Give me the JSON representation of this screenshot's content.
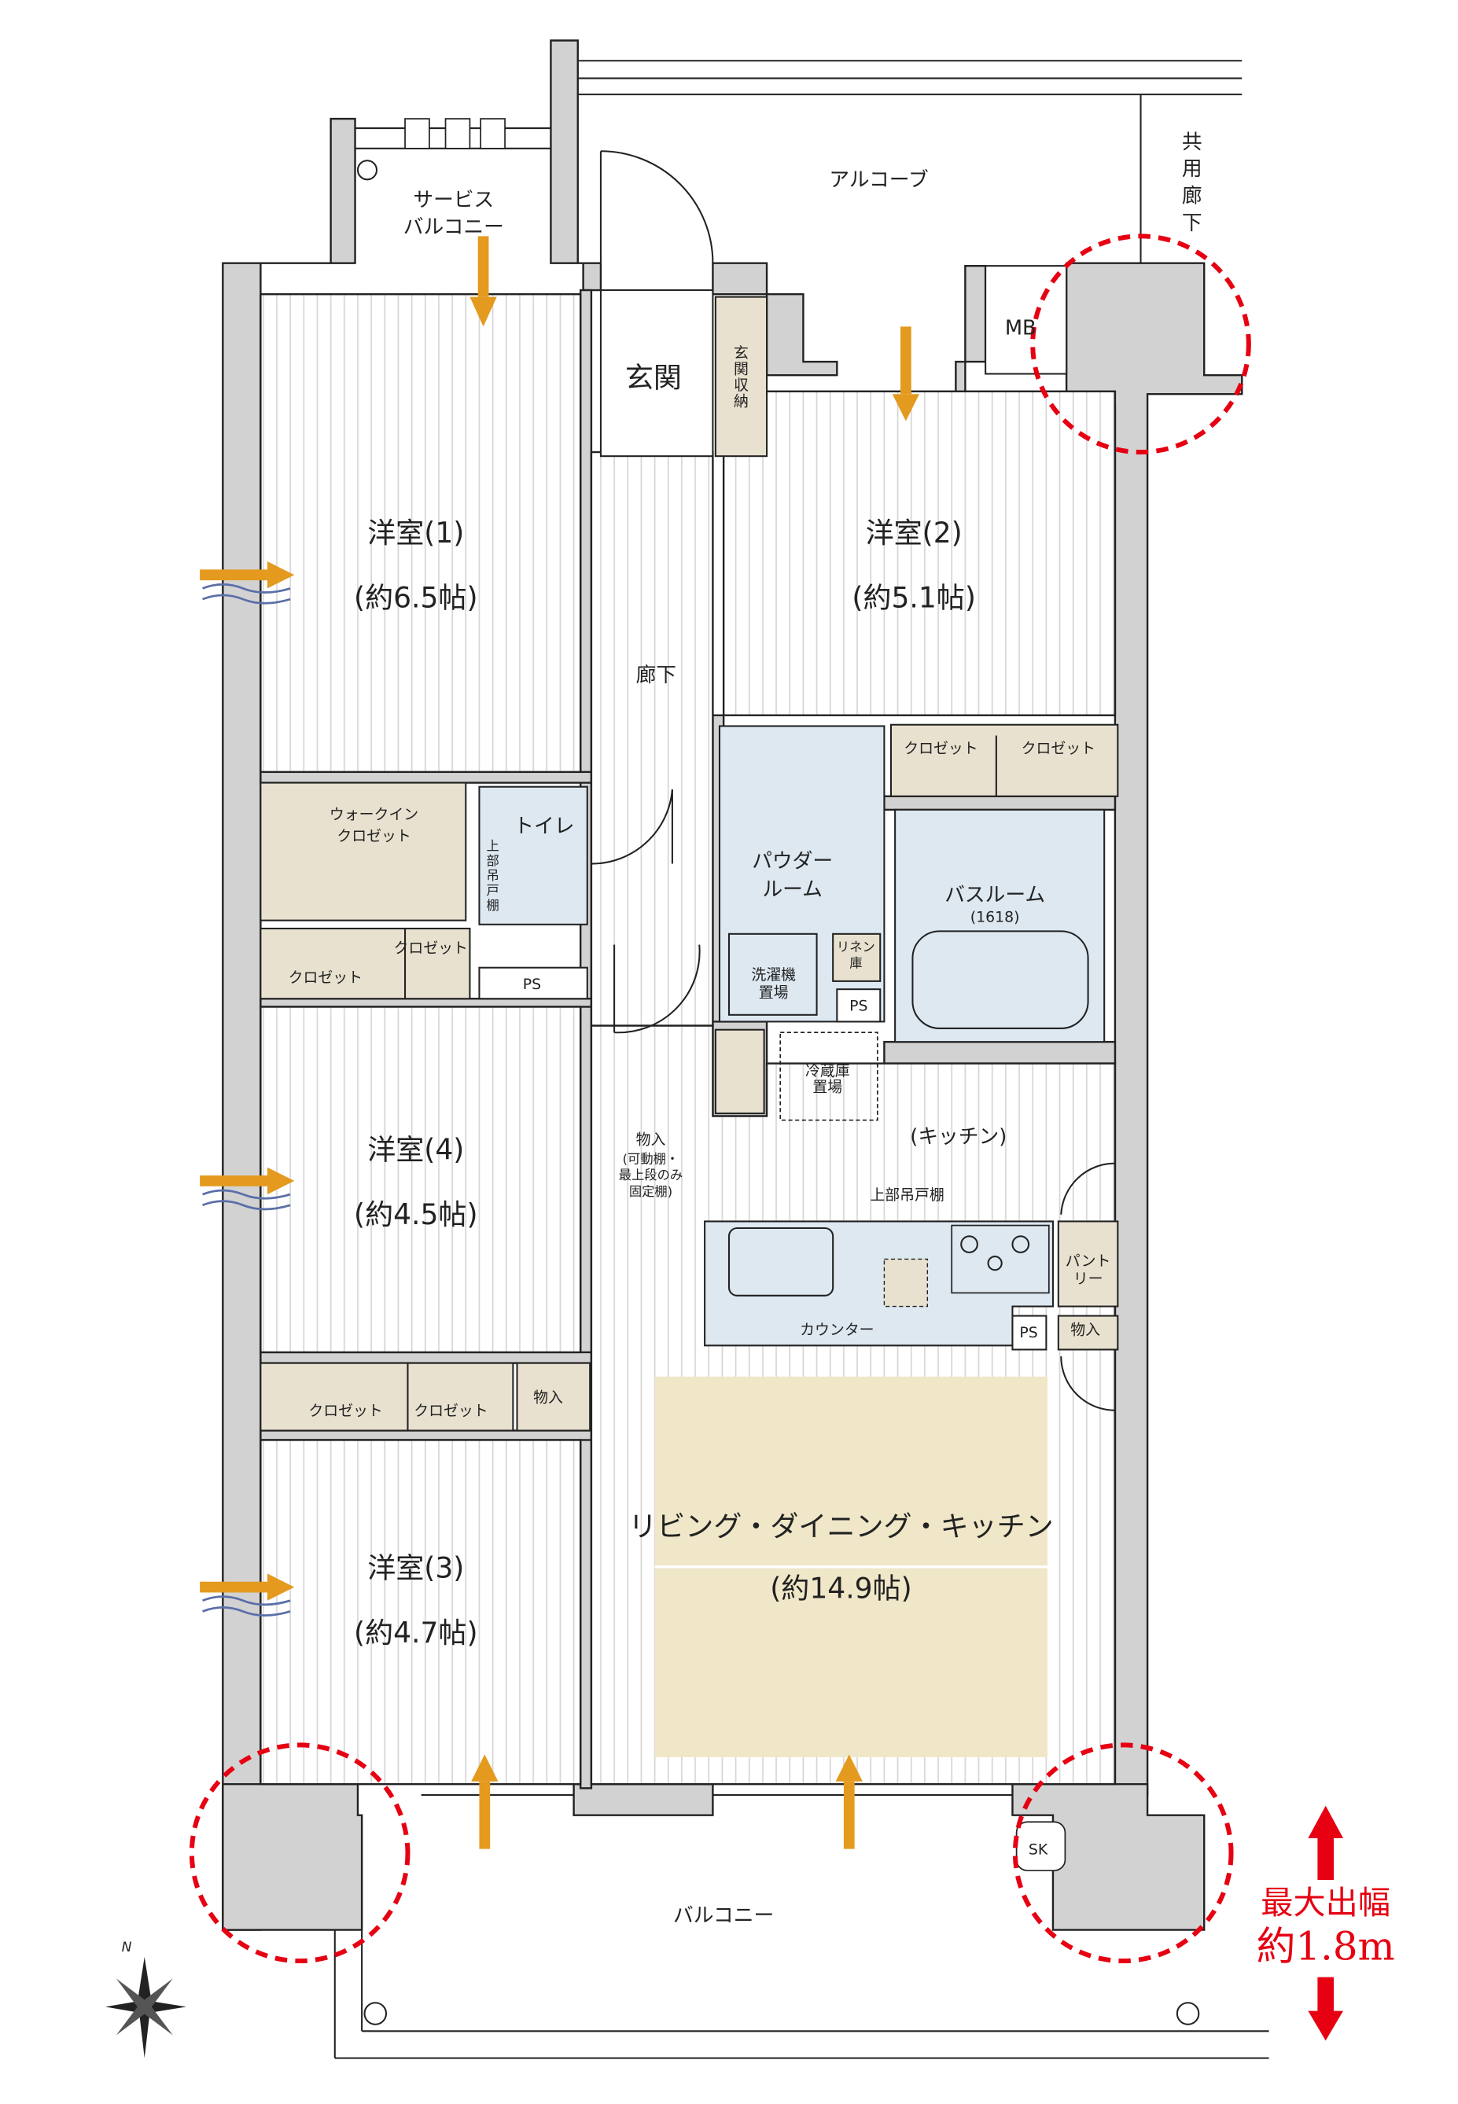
{
  "rooms": {
    "western1": {
      "name": "洋室(1)",
      "size": "(約6.5帖)"
    },
    "western2": {
      "name": "洋室(2)",
      "size": "(約5.1帖)"
    },
    "western3": {
      "name": "洋室(3)",
      "size": "(約4.7帖)"
    },
    "western4": {
      "name": "洋室(4)",
      "size": "(約4.5帖)"
    },
    "ldk": {
      "name": "リビング・ダイニング・キッチン",
      "size": "(約14.9帖)"
    }
  },
  "labels": {
    "service_balcony_1": "サービス",
    "service_balcony_2": "バルコニー",
    "alcove": "アルコーブ",
    "common_corridor": [
      "共",
      "用",
      "廊",
      "下"
    ],
    "mb": "MB",
    "entrance": "玄関",
    "entrance_storage": [
      "玄",
      "関",
      "収",
      "納"
    ],
    "corridor": "廊下",
    "walkin_1": "ウォークイン",
    "walkin_2": "クロゼット",
    "toilet": "トイレ",
    "upper_cabinet_vertical": [
      "上",
      "部",
      "吊",
      "戸",
      "棚"
    ],
    "closet": "クロゼット",
    "ps": "PS",
    "powder_1": "パウダー",
    "powder_2": "ルーム",
    "washer_1": "洗濯機",
    "washer_2": "置場",
    "linen_1": "リネン",
    "linen_2": "庫",
    "bathroom": "バスルーム",
    "bath_size": "(1618)",
    "fridge_1": "冷蔵庫",
    "fridge_2": "置場",
    "kitchen": "(キッチン)",
    "storage": "物入",
    "storage_note": [
      "(可動棚・",
      "最上段のみ",
      "固定棚)"
    ],
    "upper_cabinet": "上部吊戸棚",
    "counter": "カウンター",
    "pantry_1": "パント",
    "pantry_2": "リー",
    "balcony": "バルコニー",
    "sk": "SK",
    "compass_n": "N"
  },
  "balcony_depth": {
    "label": "最大出幅",
    "value": "約1.8m"
  },
  "colors": {
    "accent_red": "#e60012",
    "wall": "#d2d2d2",
    "storage": "#e8e1cf",
    "wet_area": "#dde8f1",
    "airflow_arrow": "#e39a1e"
  }
}
